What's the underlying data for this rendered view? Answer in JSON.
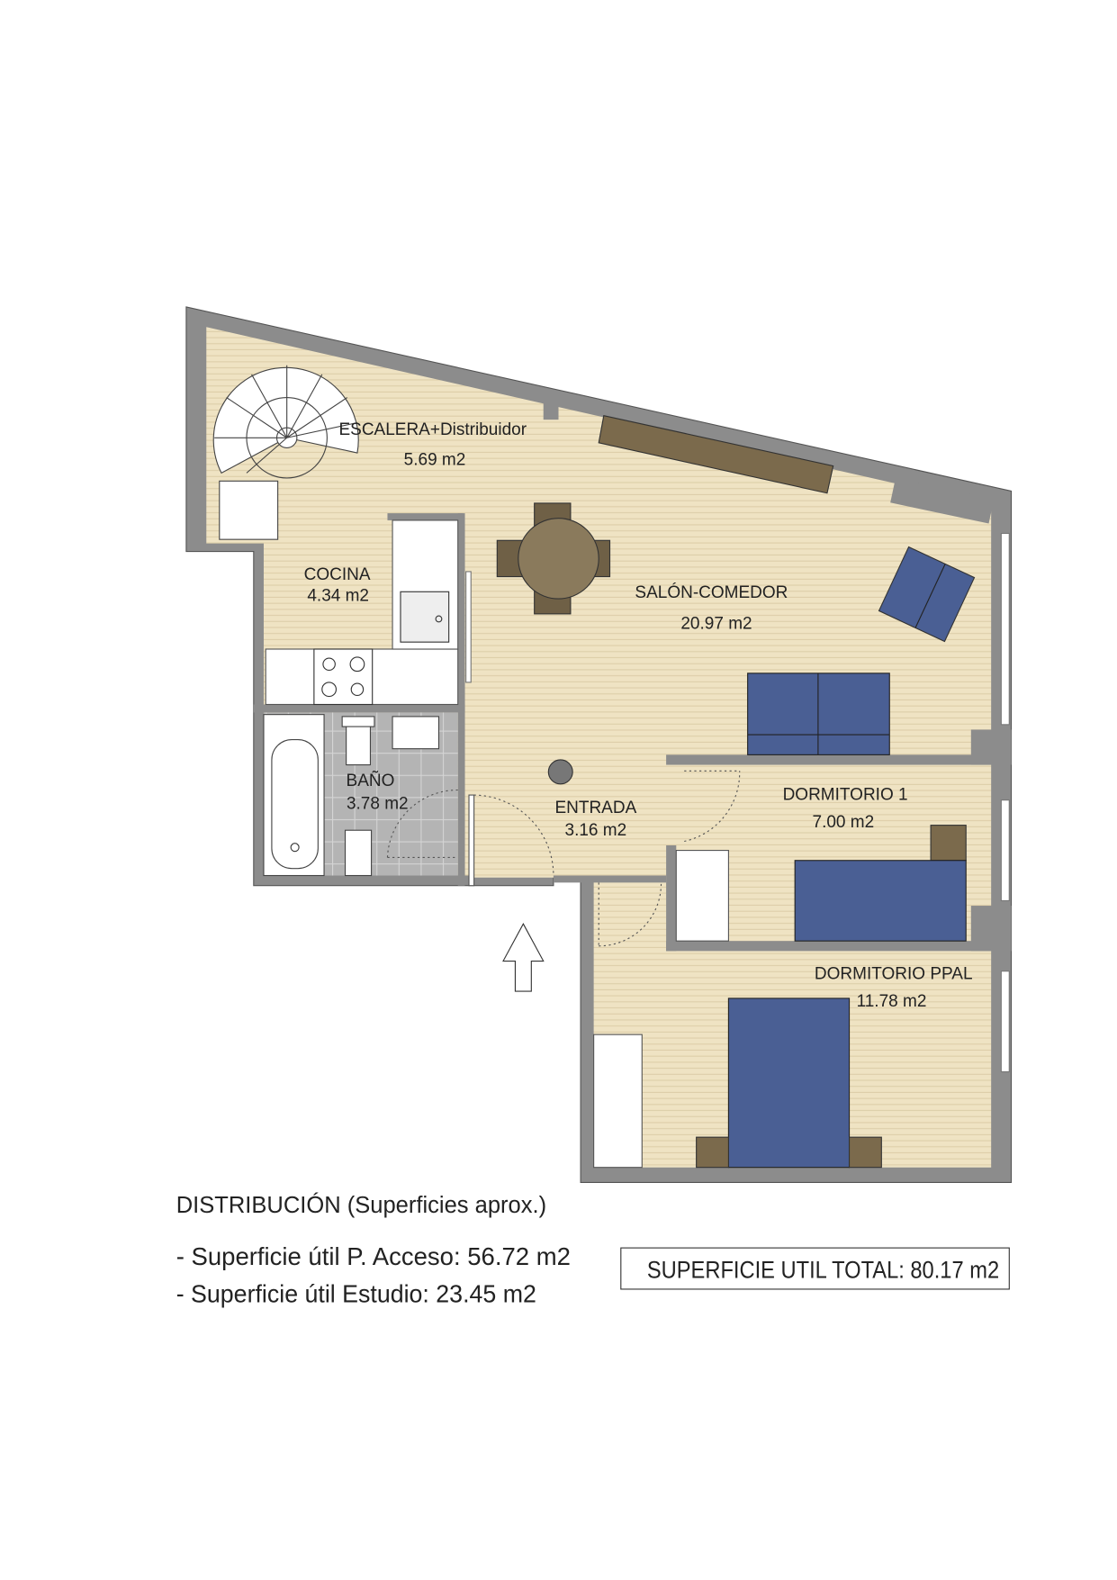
{
  "rooms": {
    "escalera": {
      "name": "ESCALERA+Distribuidor",
      "area": "5.69 m2"
    },
    "cocina": {
      "name": "COCINA",
      "area": "4.34 m2"
    },
    "salon": {
      "name": "SALÓN-COMEDOR",
      "area": "20.97 m2"
    },
    "bano": {
      "name": "BAÑO",
      "area": "3.78 m2"
    },
    "entrada": {
      "name": "ENTRADA",
      "area": "3.16 m2"
    },
    "dormitorio1": {
      "name": "DORMITORIO 1",
      "area": "7.00 m2"
    },
    "dormitorio_ppal": {
      "name": "DORMITORIO PPAL",
      "area": "11.78 m2"
    }
  },
  "summary": {
    "title": "DISTRIBUCIÓN (Superficies aprox.)",
    "line1": "- Superficie útil P. Acceso: 56.72 m2",
    "line2": "- Superficie útil Estudio: 23.45 m2",
    "total": "SUPERFICIE UTIL TOTAL: 80.17 m2"
  },
  "colors": {
    "wall": "#8c8c8c",
    "floor": "#efe3c3",
    "furniture_blue": "#4a5f94",
    "wood": "#7b6a4c",
    "tile": "#b4b4b4"
  }
}
